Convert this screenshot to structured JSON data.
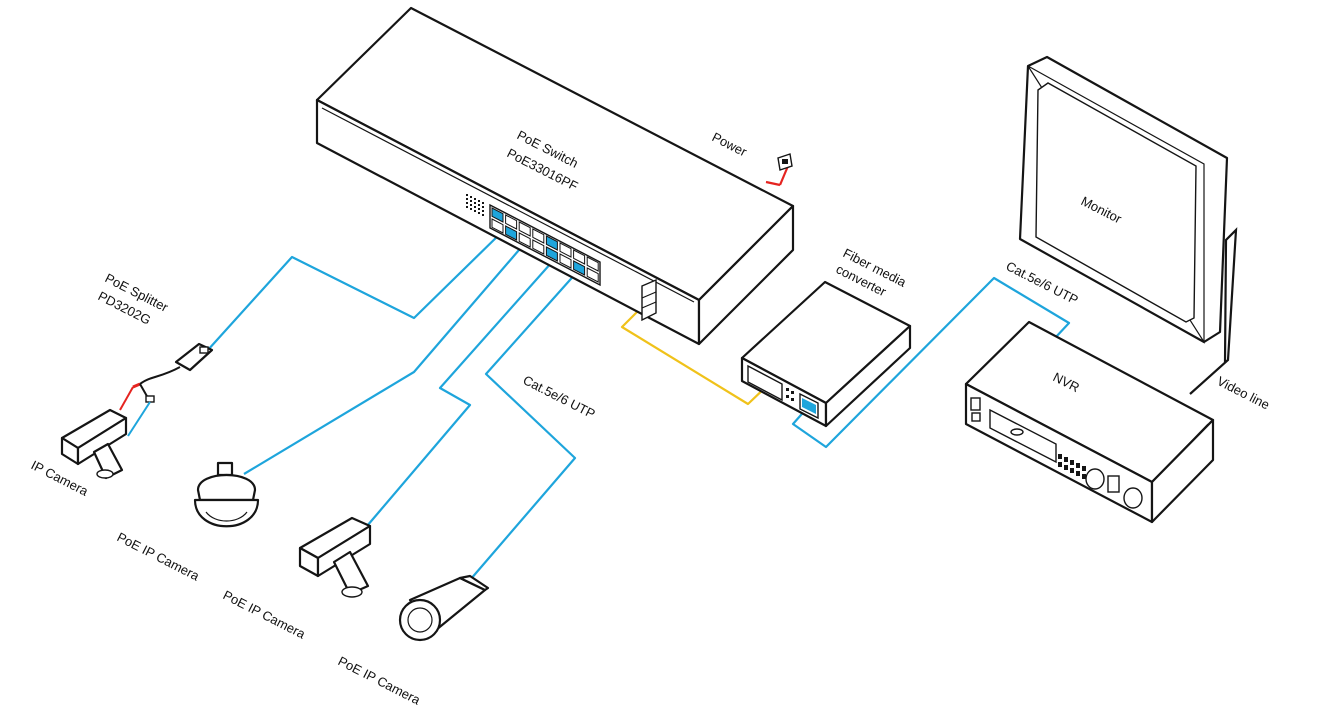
{
  "labels": {
    "switch_name": "PoE  Switch",
    "switch_model": "PoE33016PF",
    "power": "Power",
    "splitter_name": "PoE Splitter",
    "splitter_model": "PD3202G",
    "ip_camera": "IP Camera",
    "poe_camera_1": "PoE IP Camera",
    "poe_camera_2": "PoE IP Camera",
    "poe_camera_3": "PoE IP Camera",
    "cable_camera": "Cat.5e/6 UTP",
    "converter_line1": "Fiber media",
    "converter_line2": "converter",
    "cable_nvr": "Cat.5e/6 UTP",
    "monitor": "Monitor",
    "nvr": "NVR",
    "video_line": "Video line"
  },
  "colors": {
    "utp_cable": "#1ea5dc",
    "fiber_cable": "#f0c21a",
    "power_cable": "#e52420",
    "outline": "#151515"
  }
}
